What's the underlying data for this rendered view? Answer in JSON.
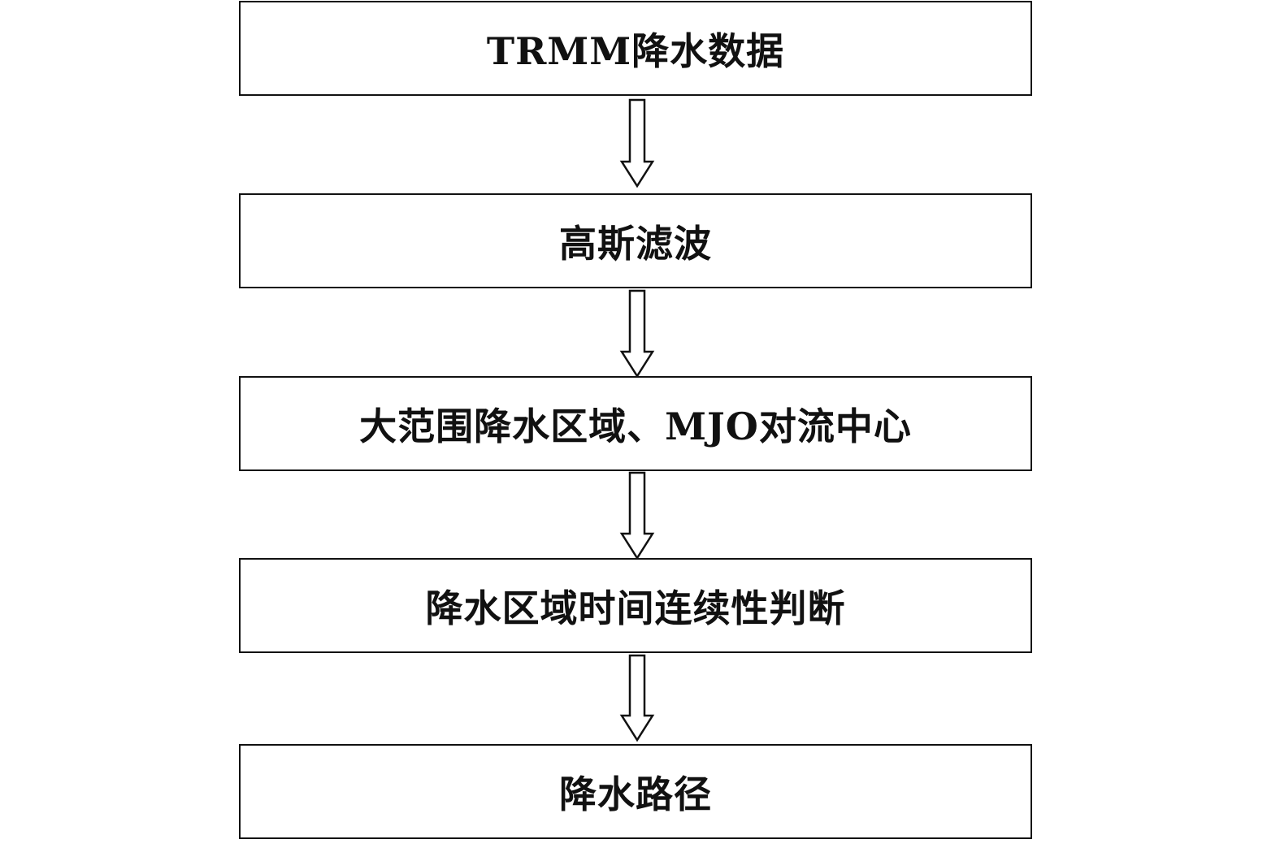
{
  "flowchart": {
    "steps": [
      {
        "label": "TRMM降水数据"
      },
      {
        "label": "高斯滤波"
      },
      {
        "label": "大范围降水区域、MJO对流中心"
      },
      {
        "label": "降水区域时间连续性判断"
      },
      {
        "label": "降水路径"
      }
    ],
    "arrow_icon": "hollow-down-arrow-icon",
    "colors": {
      "stroke": "#111111",
      "background": "#ffffff"
    }
  }
}
